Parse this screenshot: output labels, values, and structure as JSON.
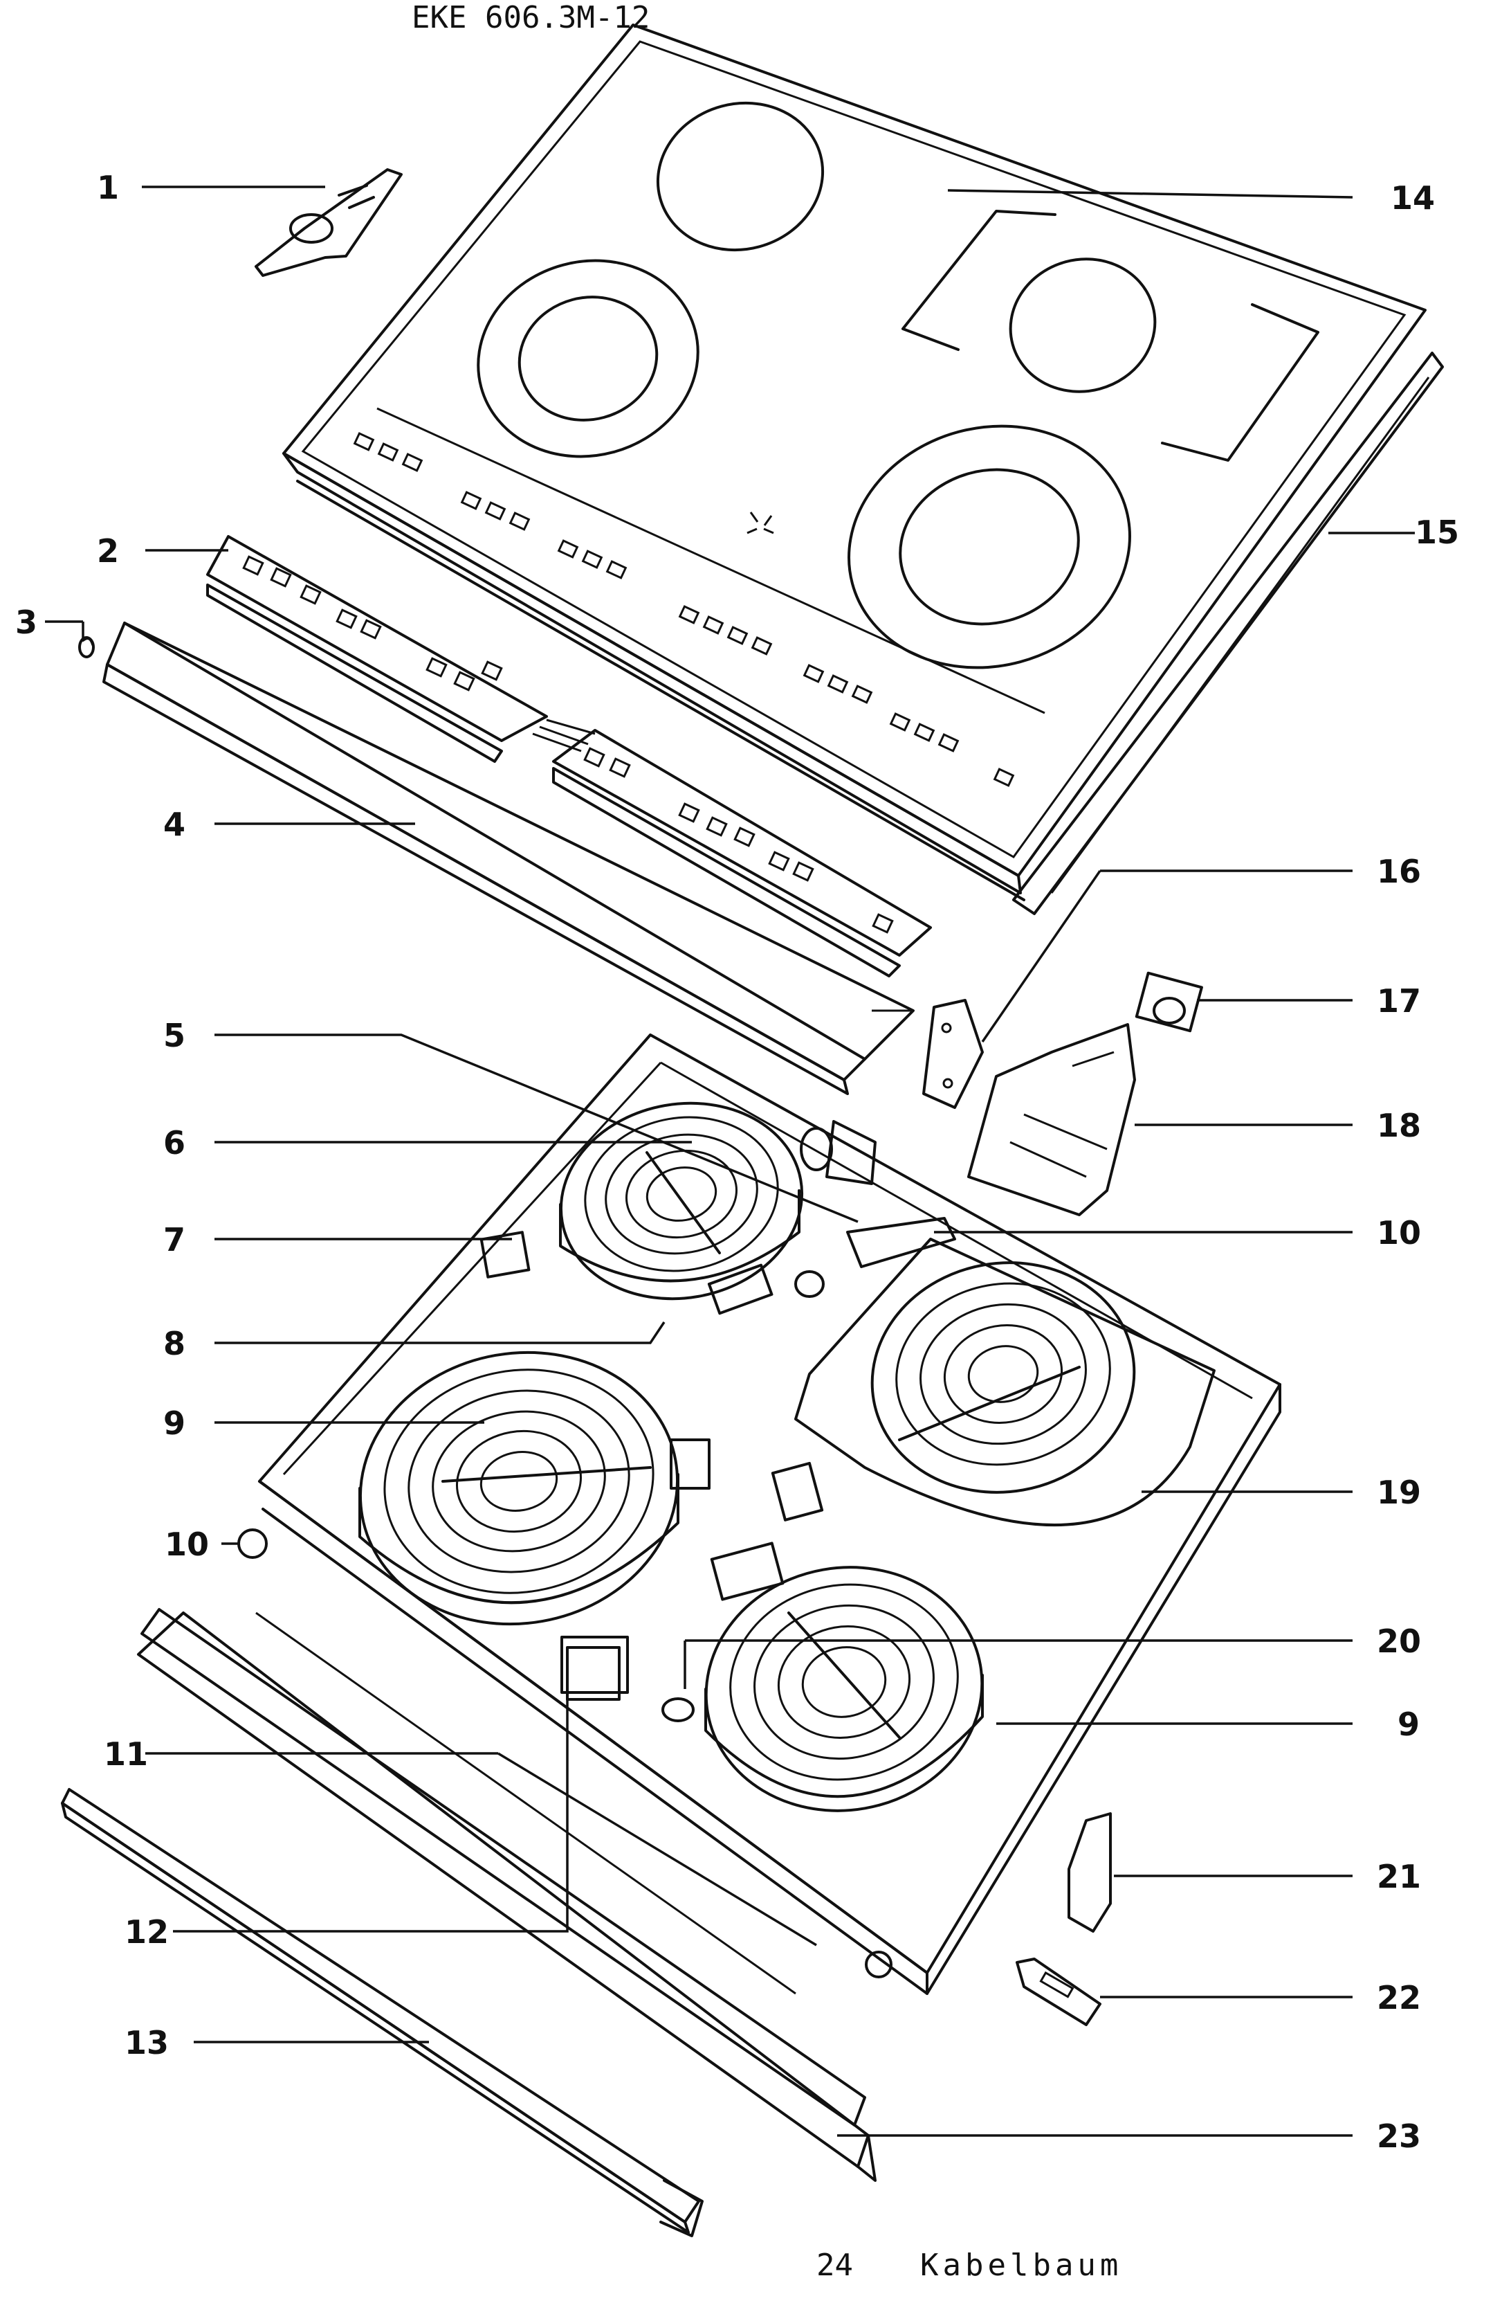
{
  "title": "EKE 606.3M-12",
  "footer_number": "24",
  "footer_text": "Kabelbaum",
  "callouts": {
    "c1": "1",
    "c2": "2",
    "c3": "3",
    "c4": "4",
    "c5": "5",
    "c6": "6",
    "c7": "7",
    "c8": "8",
    "c9a": "9",
    "c10a": "10",
    "c11": "11",
    "c12": "12",
    "c13": "13",
    "c14": "14",
    "c15": "15",
    "c16": "16",
    "c17": "17",
    "c18": "18",
    "c10b": "10",
    "c19": "19",
    "c20": "20",
    "c9b": "9",
    "c21": "21",
    "c22": "22",
    "c23": "23"
  }
}
